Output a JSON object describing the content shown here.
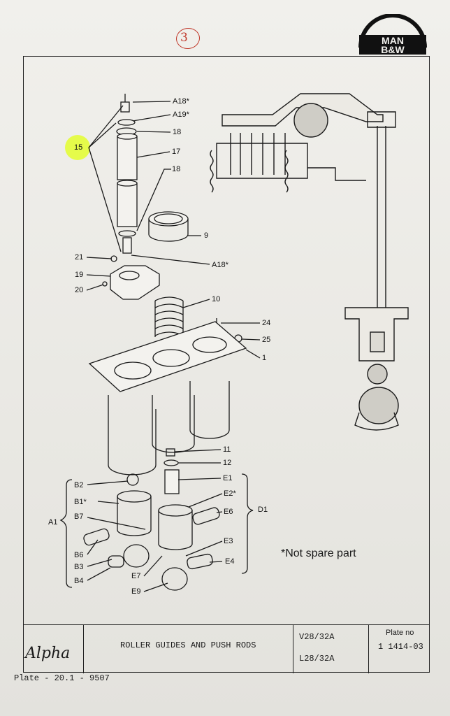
{
  "header": {
    "handwritten_number": "3",
    "brand_logo_text": "MAN B&W"
  },
  "diagram": {
    "callouts": {
      "a18_top": "A18*",
      "a19": "A19*",
      "n18_top": "18",
      "n15": "15",
      "n17": "17",
      "n18_mid": "18",
      "n9": "9",
      "n21": "21",
      "a18_bottom": "A18*",
      "n19": "19",
      "n20": "20",
      "n10": "10",
      "n24": "24",
      "n25": "25",
      "n1": "1",
      "n11": "11",
      "n12": "12",
      "b2": "B2",
      "e1": "E1",
      "b1": "B1*",
      "e2": "E2*",
      "a1": "A1",
      "b7": "B7",
      "e6": "E6",
      "d1": "D1",
      "e3": "E3",
      "b6": "B6",
      "b3": "B3",
      "e4": "E4",
      "b4": "B4",
      "e7": "E7",
      "e9": "E9"
    },
    "note": "*Not spare part"
  },
  "title_block": {
    "company": "Alpha",
    "title": "ROLLER GUIDES AND PUSH RODS",
    "engine_1": "V28/32A",
    "engine_2": "L28/32A",
    "plate_no_label": "Plate no",
    "plate_no": "1 1414-03"
  },
  "footer": {
    "plate_ref": "Plate - 20.1 - 9507"
  },
  "colors": {
    "paper": "#ecebe6",
    "ink": "#1a1a1a",
    "highlight": "#e2ff14",
    "handwriting": "#c0392b"
  }
}
